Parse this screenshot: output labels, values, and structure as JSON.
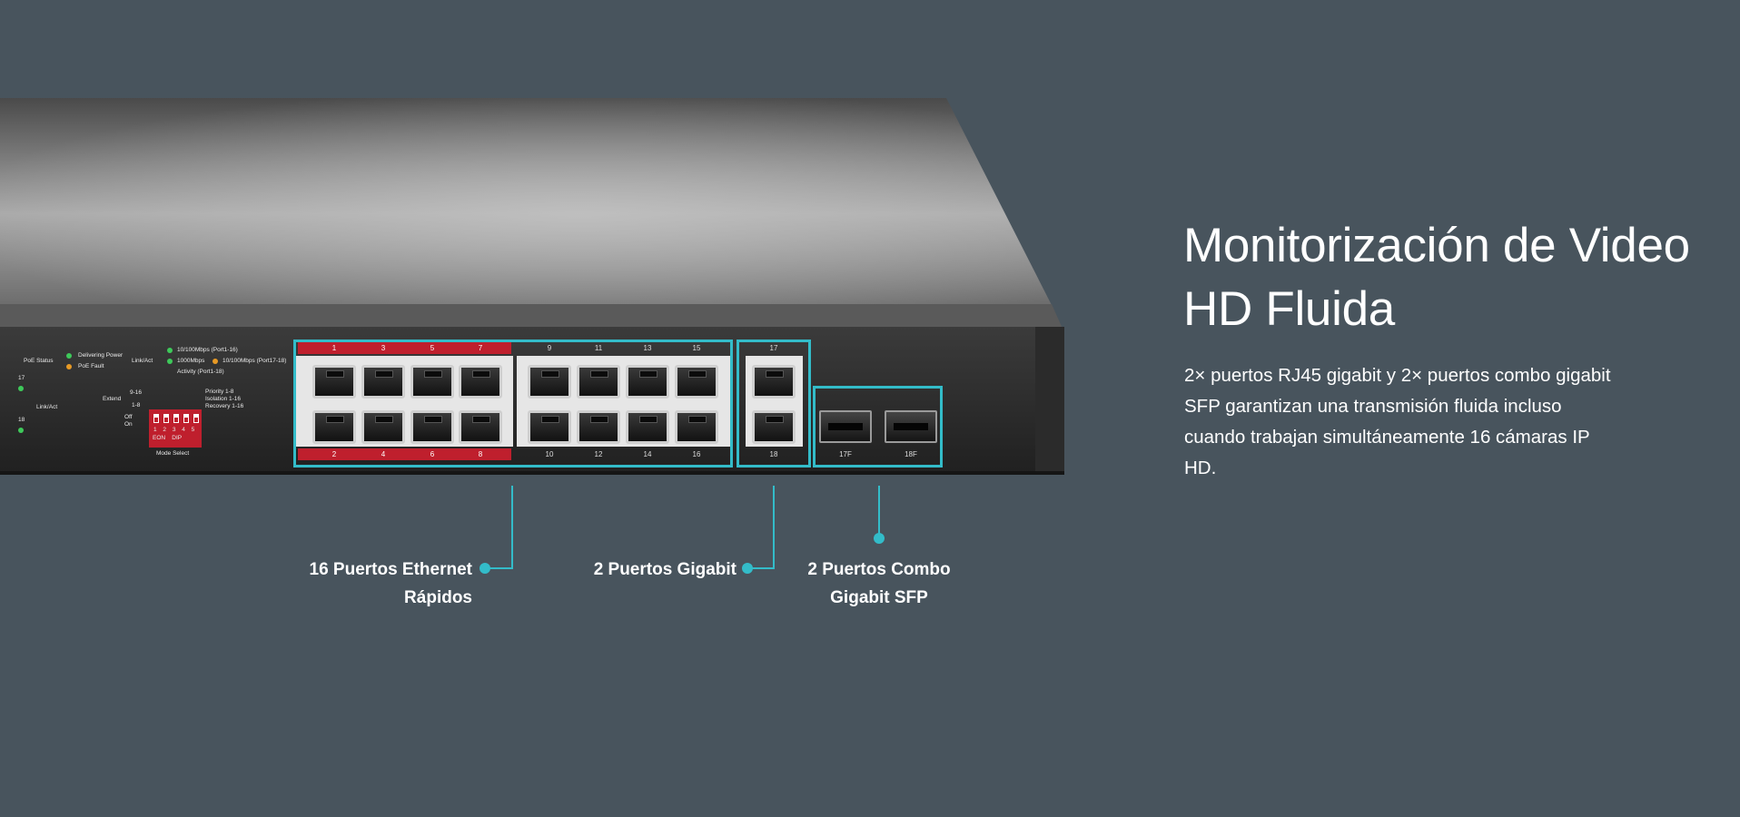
{
  "heading": "Monitorización de Video HD Fluida",
  "description": "2× puertos RJ45 gigabit y 2× puertos combo gigabit SFP garantizan una transmisión fluida incluso cuando trabajan simultáneamente 16 cámaras IP HD.",
  "callouts": {
    "fast_ethernet": {
      "line1": "16 Puertos Ethernet",
      "line2": "Rápidos"
    },
    "gigabit": {
      "line1": "2 Puertos Gigabit"
    },
    "combo": {
      "line1": "2 Puertos Combo",
      "line2": "Gigabit SFP"
    }
  },
  "panel": {
    "poe_status": "PoE Status",
    "delivering_power": "Delivering Power",
    "poe_fault": "PoE Fault",
    "link_act": "Link/Act",
    "speed_1": "10/100Mbps (Port1-16)",
    "speed_2": "1000Mbps",
    "speed_2b": "10/100Mbps (Port17-18)",
    "activity": "Activity (Port1-18)",
    "led_17": "17",
    "led_18": "18",
    "link_act_2": "Link/Act",
    "extend": "Extend",
    "range_9_16": "9-16",
    "range_1_8": "1-8",
    "off": "Off",
    "on": "On",
    "priority": "Priority 1-8",
    "isolation": "Isolation 1-16",
    "recovery": "Recovery 1-16",
    "dip_numbers": "1 2 3 4 5",
    "dip_sub": "EON    DIP",
    "mode_select": "Mode Select"
  },
  "ports": {
    "top_red": [
      "1",
      "3",
      "5",
      "7"
    ],
    "top_dark": [
      "9",
      "11",
      "13",
      "15"
    ],
    "bottom_red": [
      "2",
      "4",
      "6",
      "8"
    ],
    "bottom_dark": [
      "10",
      "12",
      "14",
      "16"
    ],
    "gig_top": "17",
    "gig_bottom": "18",
    "sfp_1": "17F",
    "sfp_2": "18F"
  },
  "colors": {
    "background": "#48545d",
    "accent": "#33bcc9",
    "port_red": "#bf1f2d"
  }
}
